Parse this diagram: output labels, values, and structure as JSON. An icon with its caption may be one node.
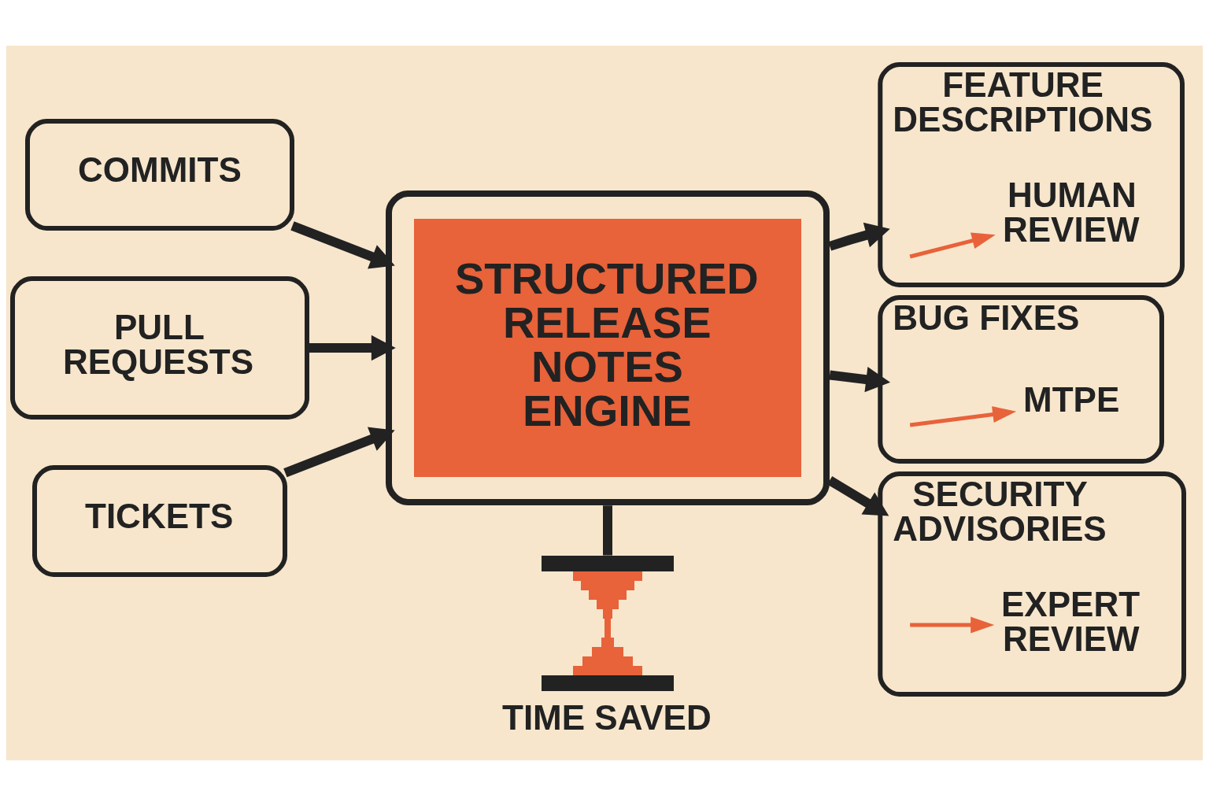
{
  "diagram": {
    "nodes": [
      {
        "text": [
          "COMMITS"
        ]
      },
      {
        "text": [
          "PULL REQUESTS"
        ]
      },
      {
        "text": [
          "TICKETS"
        ]
      },
      {
        "text": [
          "STRUCTURED RELEASE NOTES ENGINE"
        ]
      },
      {
        "text": [],
        "shape": "picture",
        "beside": [
          "TIME SAVED"
        ]
      },
      {
        "text": [
          "FEATURE DESCRIPTIONS"
        ]
      },
      {
        "text": [
          "HUMAN REVIEW"
        ],
        "in": 5
      },
      {
        "text": [
          "BUG FIXES"
        ]
      },
      {
        "text": [
          "MTPE"
        ],
        "in": 7
      },
      {
        "text": [
          "SECURITY ADVISORIES"
        ]
      },
      {
        "text": [
          "EXPERT REVIEW"
        ],
        "in": 9
      }
    ],
    "edges": [
      {
        "from": 0,
        "to": 3,
        "arrow": "to"
      },
      {
        "from": 1,
        "to": 3,
        "arrow": "to"
      },
      {
        "from": 2,
        "to": 3,
        "arrow": "to"
      },
      {
        "from": 3,
        "to": 4,
        "arrow": "none"
      },
      {
        "from": 3,
        "to": 5,
        "arrow": "to"
      },
      {
        "from": 3,
        "to": 7,
        "arrow": "to"
      },
      {
        "from": 3,
        "to": 9,
        "arrow": "to"
      },
      {
        "from": null,
        "to": 6,
        "arrow": "to",
        "color": "#e8623a"
      },
      {
        "from": null,
        "to": 8,
        "arrow": "to",
        "color": "#e8623a"
      },
      {
        "from": null,
        "to": 10,
        "arrow": "to",
        "color": "#e8623a"
      }
    ]
  }
}
